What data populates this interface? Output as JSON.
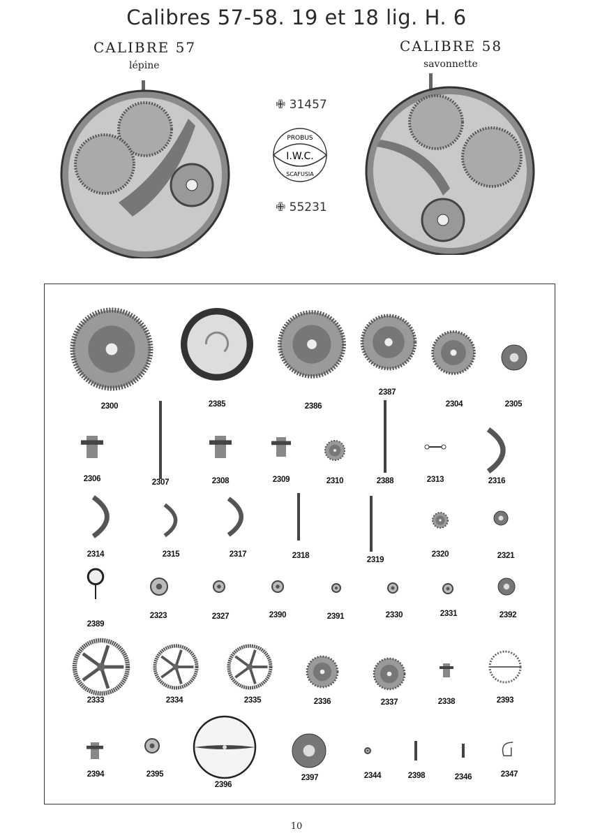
{
  "header": {
    "title": "Calibres 57-58.  19 et 18 lig.  H. 6",
    "left": {
      "calibre": "CALIBRE 57",
      "type": "lépine"
    },
    "right": {
      "calibre": "CALIBRE 58",
      "type": "savonnette"
    },
    "patents": [
      "31457",
      "55231"
    ],
    "logo": {
      "top": "PROBUS",
      "center": "I.W.C.",
      "bottom": "SCAFUSIA"
    }
  },
  "parts": [
    "2300",
    "2385",
    "2386",
    "2387",
    "2304",
    "2305",
    "2306",
    "2307",
    "2308",
    "2309",
    "2310",
    "2388",
    "2313",
    "2316",
    "2314",
    "2315",
    "2317",
    "2318",
    "2319",
    "2320",
    "2321",
    "2389",
    "2323",
    "2327",
    "2390",
    "2391",
    "2330",
    "2331",
    "2392",
    "2333",
    "2334",
    "2335",
    "2336",
    "2337",
    "2338",
    "2393",
    "2394",
    "2395",
    "2396",
    "2397",
    "2344",
    "2398",
    "2346",
    "2347"
  ],
  "page_number": "10"
}
